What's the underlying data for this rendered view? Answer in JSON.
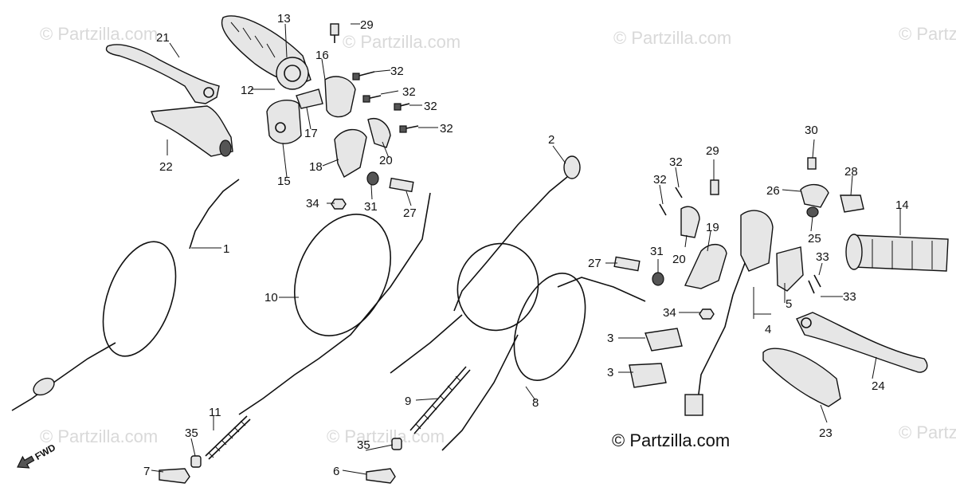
{
  "watermark": "© Partzilla.com",
  "copyright": "© Partzilla.com",
  "fwd_label": "FWD",
  "callouts": {
    "c1": "1",
    "c2": "2",
    "c3a": "3",
    "c3b": "3",
    "c4": "4",
    "c5": "5",
    "c6": "6",
    "c7": "7",
    "c8": "8",
    "c9": "9",
    "c10": "10",
    "c11": "11",
    "c12": "12",
    "c13": "13",
    "c14": "14",
    "c15": "15",
    "c16": "16",
    "c17": "17",
    "c18": "18",
    "c19": "19",
    "c20a": "20",
    "c20b": "20",
    "c21": "21",
    "c22": "22",
    "c23": "23",
    "c24": "24",
    "c25": "25",
    "c26": "26",
    "c27a": "27",
    "c27b": "27",
    "c28": "28",
    "c29a": "29",
    "c29b": "29",
    "c30": "30",
    "c31a": "31",
    "c31b": "31",
    "c32a": "32",
    "c32b": "32",
    "c32c": "32",
    "c32d": "32",
    "c32e": "32",
    "c32f": "32",
    "c33a": "33",
    "c33b": "33",
    "c34a": "34",
    "c34b": "34",
    "c35a": "35",
    "c35b": "35"
  }
}
